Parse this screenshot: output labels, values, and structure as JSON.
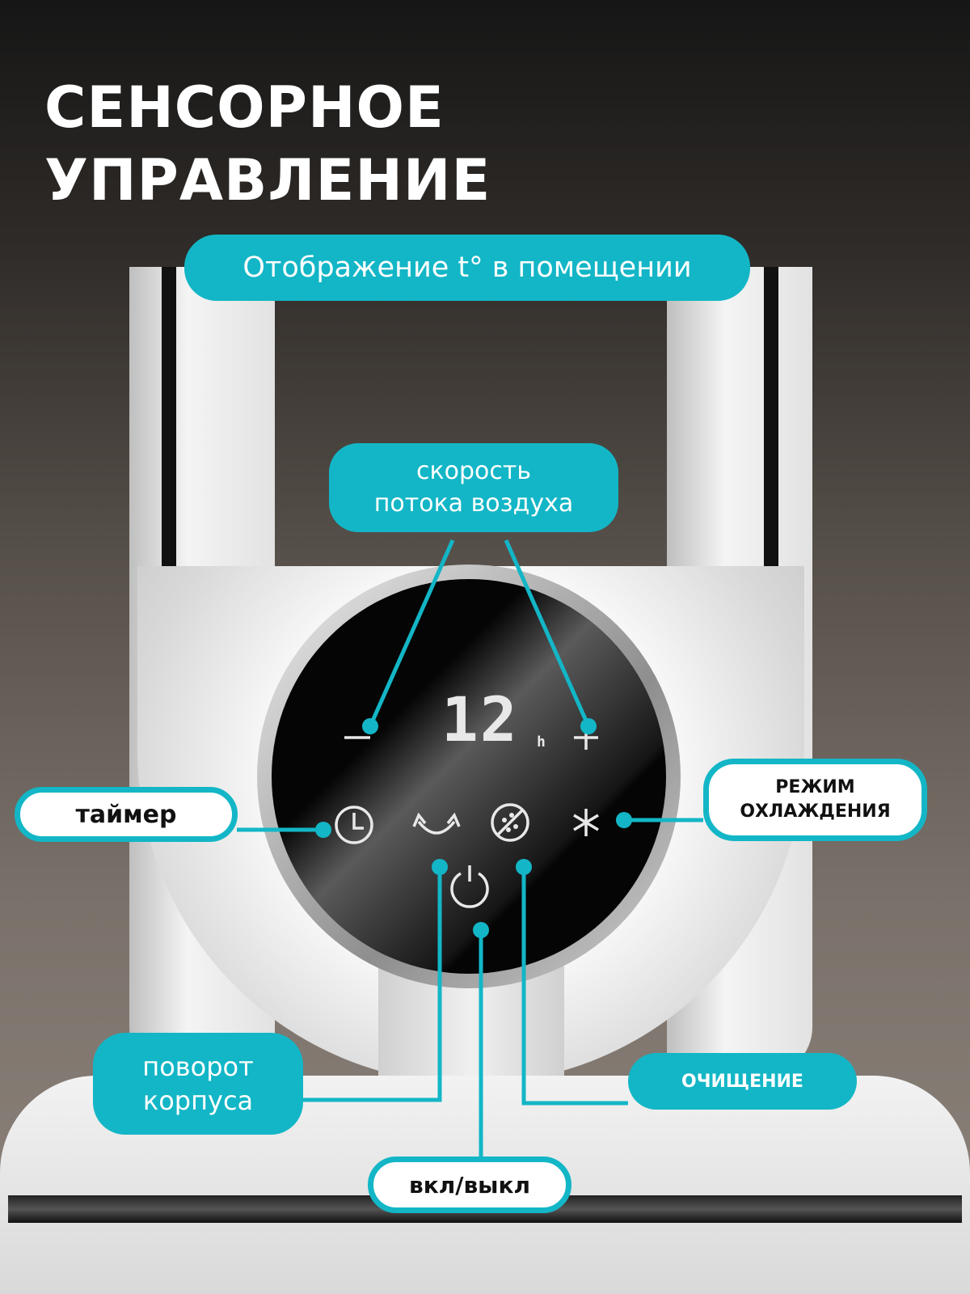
{
  "title": {
    "line1": "СЕНСОРНОЕ",
    "line2": "УПРАВЛЕНИЕ"
  },
  "callouts": {
    "temperature_display": "Отображение t° в помещении",
    "airflow_speed": {
      "line1": "скорость",
      "line2": "потока воздуха"
    },
    "timer": "таймер",
    "cooling_mode": {
      "line1": "РЕЖИМ",
      "line2": "ОХЛАЖДЕНИЯ"
    },
    "rotation": {
      "line1": "поворот",
      "line2": "корпуса"
    },
    "purification": "ОЧИЩЕНИЕ",
    "power": "вкл/выкл"
  },
  "display": {
    "value": "12",
    "unit": "h"
  },
  "colors": {
    "accent": "#13b6c6"
  }
}
